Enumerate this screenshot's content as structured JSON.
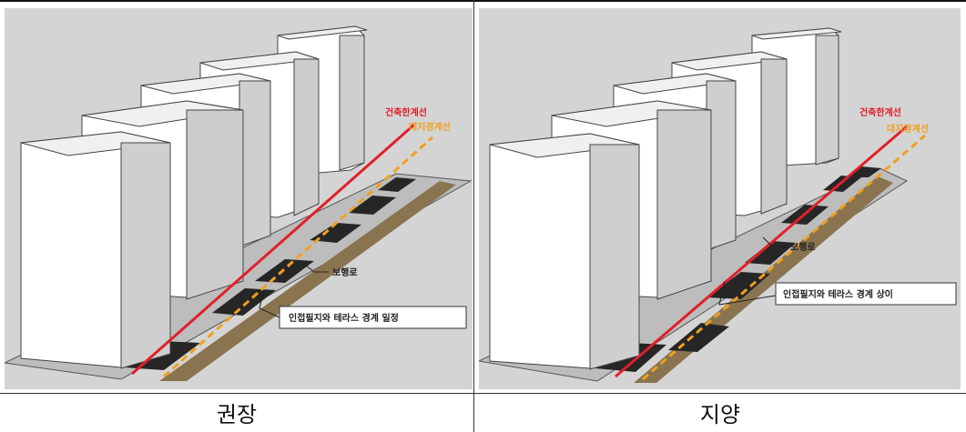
{
  "panels": [
    {
      "caption": "권장",
      "labels": {
        "building_line": "건축한계선",
        "site_boundary": "대지경계선",
        "sidewalk": "보행로",
        "callout": "인접필지와 테라스 경계 일정"
      }
    },
    {
      "caption": "지양",
      "labels": {
        "building_line": "건축한계선",
        "site_boundary": "대지경계선",
        "sidewalk": "보행로",
        "callout": "인접필지와 테라스 경계 상이"
      }
    }
  ],
  "colors": {
    "building_line": "#e0202a",
    "site_boundary": "#f0a020",
    "terrace": "#2a2a2a",
    "sidewalk_strip": "#8a7450",
    "background": "#d4d4d4"
  }
}
